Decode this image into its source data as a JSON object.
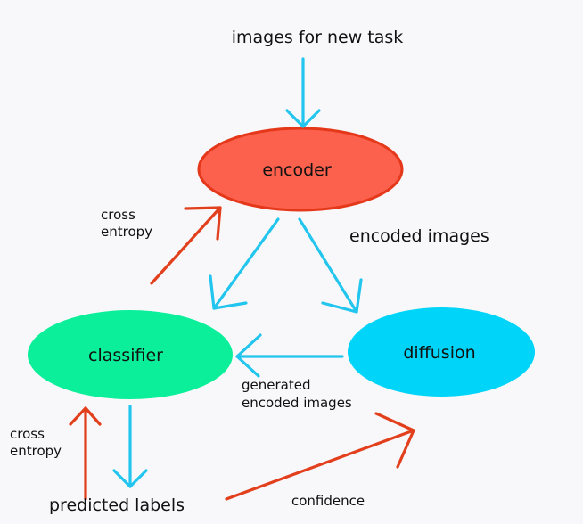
{
  "nodes": {
    "encoder": {
      "label": "encoder",
      "fill": "#fb614c",
      "stroke": "#e53719"
    },
    "classifier": {
      "label": "classifier",
      "fill": "#0bef9a"
    },
    "diffusion": {
      "label": "diffusion",
      "fill": "#00d4f8"
    }
  },
  "labels": {
    "input": "images for new task",
    "encoded_images": "encoded images",
    "cross_entropy_top_1": "cross",
    "cross_entropy_top_2": "entropy",
    "cross_entropy_bottom_1": "cross",
    "cross_entropy_bottom_2": "entropy",
    "generated_1": "generated",
    "generated_2": "encoded images",
    "predicted_labels": "predicted labels",
    "confidence": "confidence"
  },
  "colors": {
    "blue_arrow": "#22c5ee",
    "red_arrow": "#e23f1d",
    "background": "#f8f8fa"
  }
}
